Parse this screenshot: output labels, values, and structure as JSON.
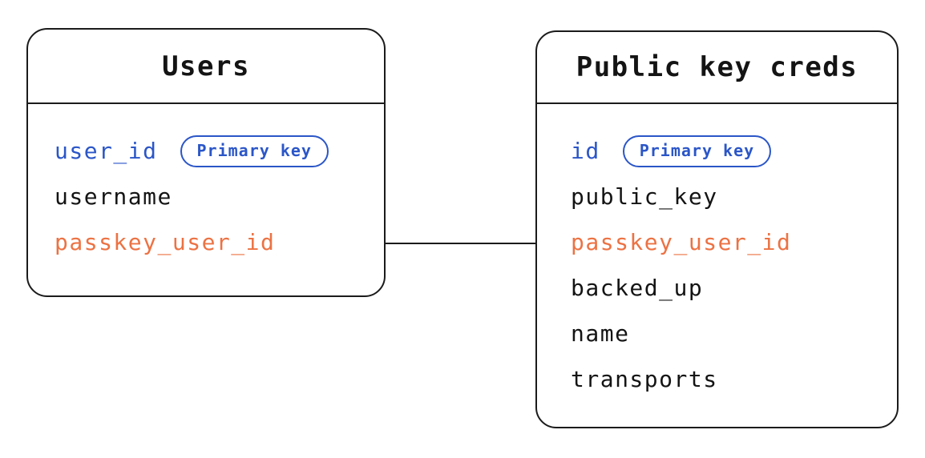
{
  "diagram": {
    "type": "entity-relationship",
    "tables": [
      {
        "title": "Users",
        "fields": [
          {
            "name": "user_id",
            "role": "primary-key",
            "color": "#2b56c8",
            "badge": "Primary key"
          },
          {
            "name": "username",
            "role": "column",
            "color": "#141414"
          },
          {
            "name": "passkey_user_id",
            "role": "foreign-key",
            "color": "#ec7243"
          }
        ]
      },
      {
        "title": "Public key creds",
        "fields": [
          {
            "name": "id",
            "role": "primary-key",
            "color": "#2b56c8",
            "badge": "Primary key"
          },
          {
            "name": "public_key",
            "role": "column",
            "color": "#141414"
          },
          {
            "name": "passkey_user_id",
            "role": "foreign-key",
            "color": "#ec7243"
          },
          {
            "name": "backed_up",
            "role": "column",
            "color": "#141414"
          },
          {
            "name": "name",
            "role": "column",
            "color": "#141414"
          },
          {
            "name": "transports",
            "role": "column",
            "color": "#141414"
          }
        ]
      }
    ],
    "relationship": {
      "from": "Users.passkey_user_id",
      "to": "Public key creds.passkey_user_id",
      "style": "straight-line"
    },
    "colors": {
      "primary_key_blue": "#2b56c8",
      "foreign_key_orange": "#ec7243",
      "text_black": "#141414",
      "border_black": "#1b1b1b",
      "background": "#ffffff"
    }
  }
}
